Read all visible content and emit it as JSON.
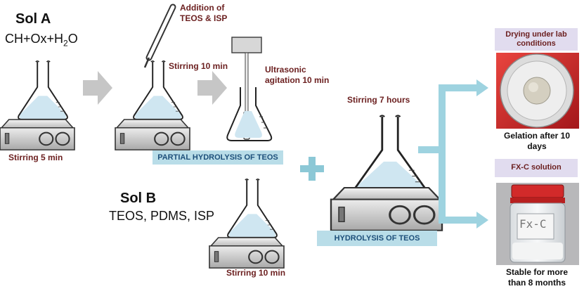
{
  "sol_a": {
    "name": "Sol A",
    "formula_prefix": "CH+Ox+H",
    "formula_sub": "2",
    "formula_suffix": "O"
  },
  "sol_b": {
    "name": "Sol B",
    "formula": "TEOS, PDMS, ISP"
  },
  "labels": {
    "stirring_5": "Stirring 5 min",
    "addition_line1": "Addition of",
    "addition_line2": "TEOS & ISP",
    "stirring_10_top": "Stirring 10 min",
    "ultrasonic_line1": "Ultrasonic",
    "ultrasonic_line2": "agitation 10 min",
    "stirring_7h": "Stirring 7 hours",
    "stirring_10_bottom": "Stirring 10 min"
  },
  "bars": {
    "partial_hydrolysis": "PARTIAL HYDROLYSIS OF TEOS",
    "hydrolysis": "HYDROLYSIS OF TEOS"
  },
  "results": {
    "drying_line1": "Drying under lab",
    "drying_line2": "conditions",
    "gelation_line1": "Gelation after 10",
    "gelation_line2": "days",
    "fxc_title": "FX-C solution",
    "jar_label": "Fx-C",
    "stable_line1": "Stable for more",
    "stable_line2": "than 8 months"
  },
  "colors": {
    "liquid": "#cfe6f1",
    "flow_arrow": "#9ed3e0",
    "grey_arrow": "#c6c6c6",
    "label_bar": "#b9dde8",
    "result_box": "#e1dcef",
    "label_text": "#6b1f1f"
  }
}
